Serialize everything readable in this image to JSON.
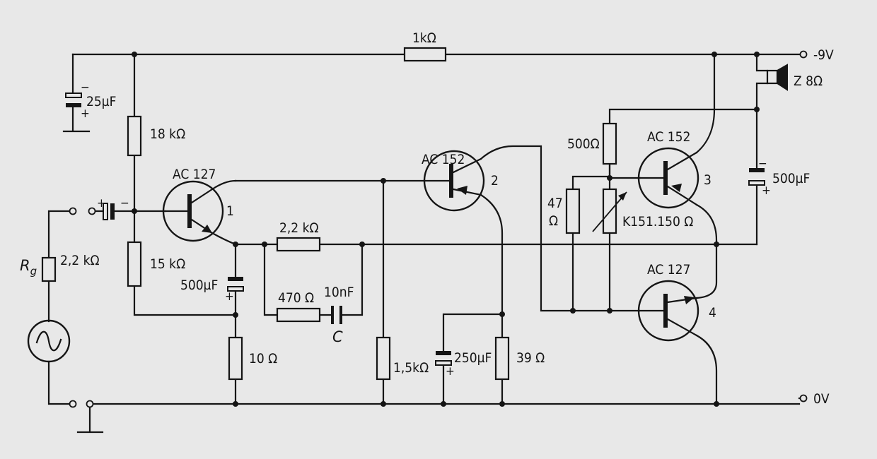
{
  "supply": {
    "neg": "-9V",
    "zero": "0V"
  },
  "source": {
    "label": "R",
    "subscript": "g",
    "resistance": "2,2 kΩ"
  },
  "components": {
    "r_top": "1kΩ",
    "c_25": "25µF",
    "r_18k": "18 kΩ",
    "r_15k": "15 kΩ",
    "c_500_in": "500µF",
    "r_10": "10 Ω",
    "r_2k2": "2,2 kΩ",
    "r_470": "470 Ω",
    "c_10n": "10nF",
    "c_label": "C",
    "r_1k5": "1,5kΩ",
    "c_250": "250µF",
    "r_39": "39 Ω",
    "r_500": "500Ω",
    "r_47_a": "47",
    "r_47_b": "Ω",
    "thermistor": "K151.150 Ω",
    "speaker": "Z 8Ω",
    "c_500_out": "500µF"
  },
  "transistors": [
    {
      "type": "AC 127",
      "number": "1"
    },
    {
      "type": "AC 152",
      "number": "2"
    },
    {
      "type": "AC 152",
      "number": "3"
    },
    {
      "type": "AC 127",
      "number": "4"
    }
  ],
  "polarity": {
    "plus": "+",
    "minus": "−"
  }
}
